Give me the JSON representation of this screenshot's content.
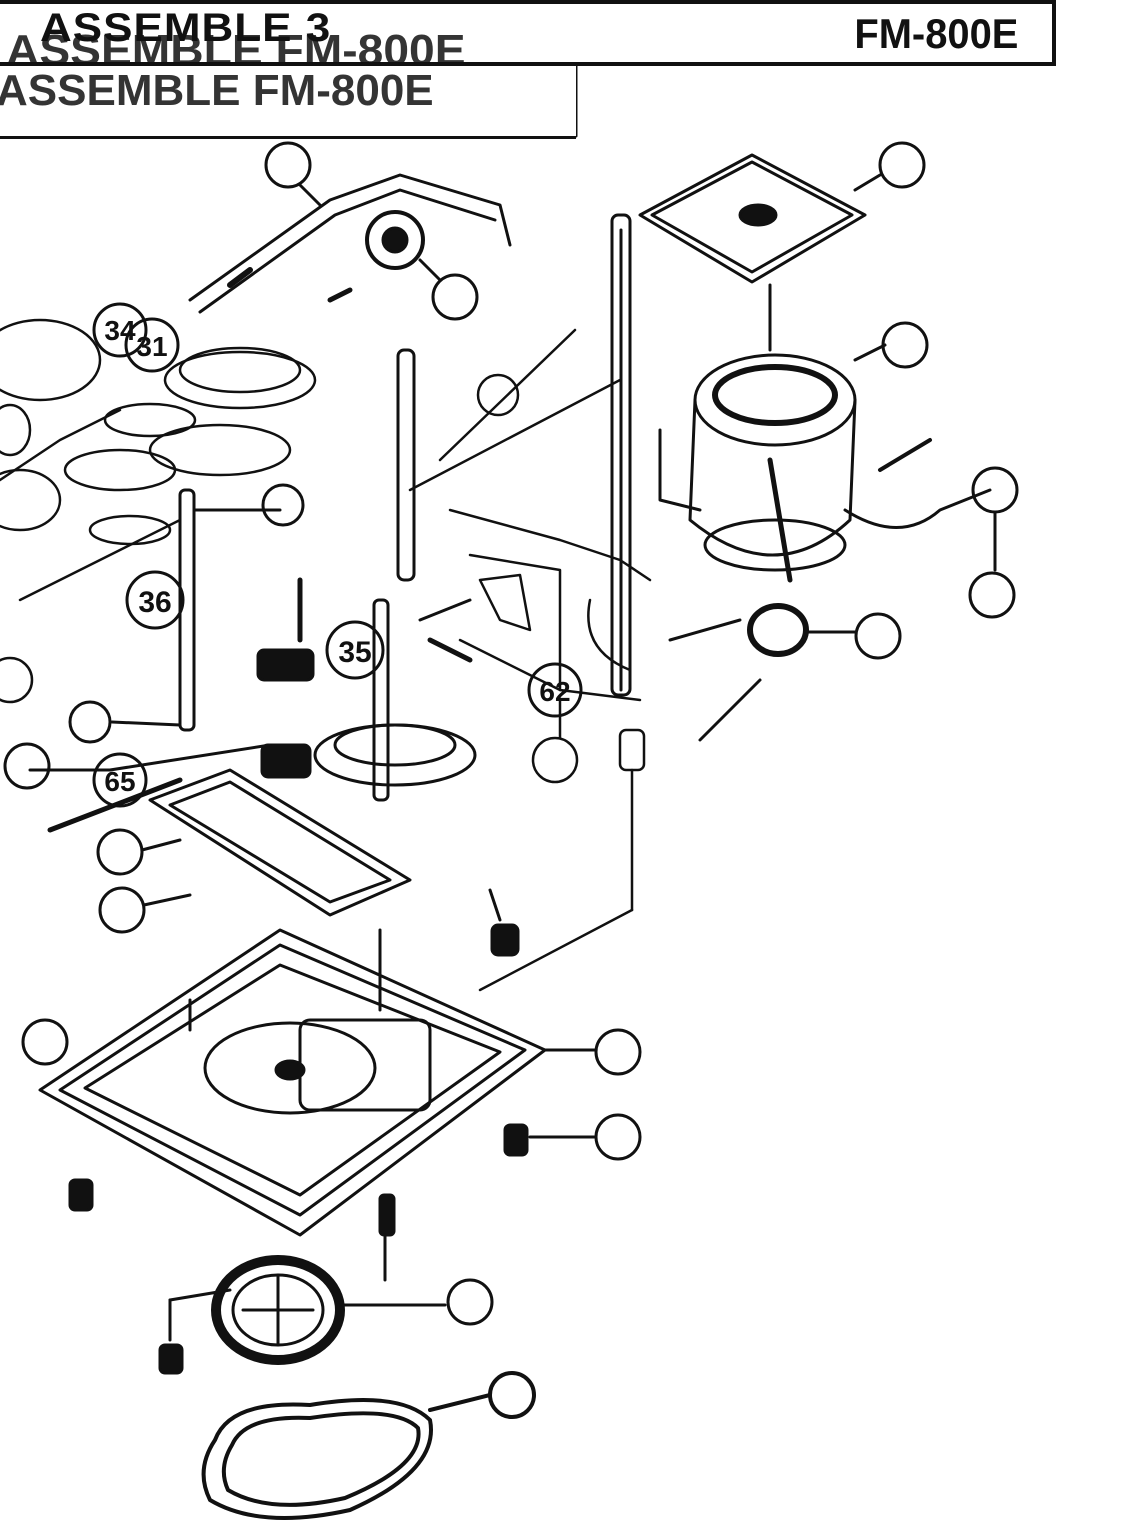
{
  "header": {
    "title": "ASSEMBLE 3",
    "title_ghost": "ASSEMBLE FM-800E",
    "model": "FM-800E"
  },
  "callouts": [
    "34",
    "31",
    "36",
    "35",
    "62",
    "65"
  ]
}
